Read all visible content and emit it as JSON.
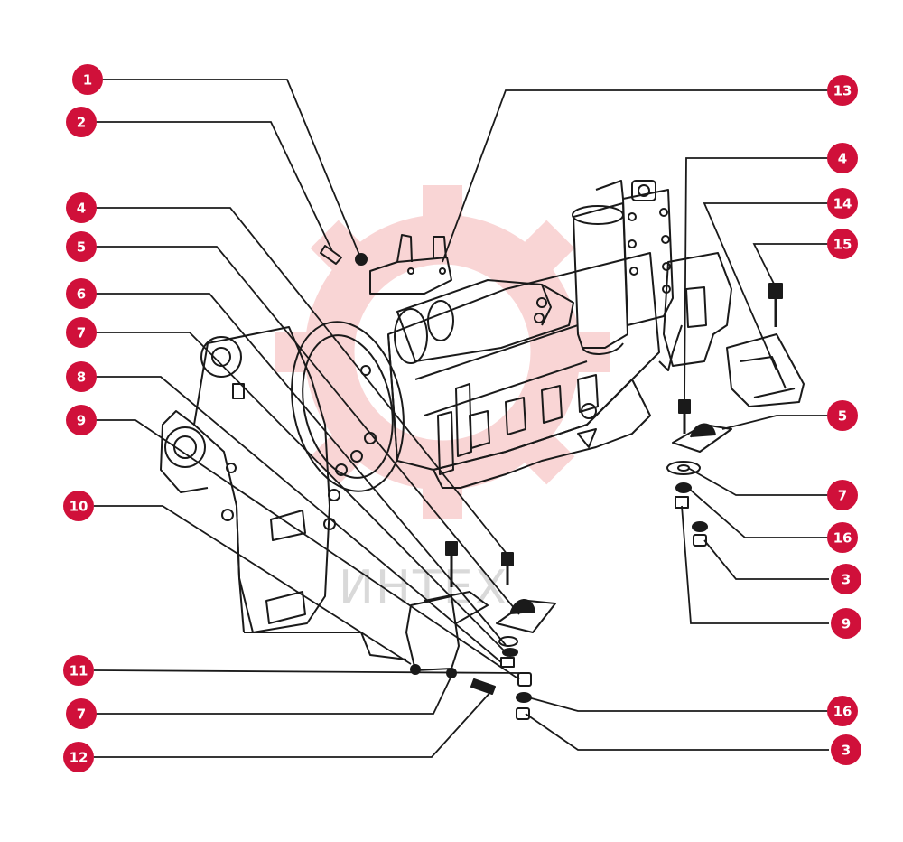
{
  "accent_color": "#d0103a",
  "watermark": "ИНТЕХ",
  "callouts": [
    {
      "id": "c1",
      "number": "1"
    },
    {
      "id": "c2",
      "number": "2"
    },
    {
      "id": "c4a",
      "number": "4"
    },
    {
      "id": "c5a",
      "number": "5"
    },
    {
      "id": "c6",
      "number": "6"
    },
    {
      "id": "c7a",
      "number": "7"
    },
    {
      "id": "c8",
      "number": "8"
    },
    {
      "id": "c9a",
      "number": "9"
    },
    {
      "id": "c10",
      "number": "10"
    },
    {
      "id": "c11",
      "number": "11"
    },
    {
      "id": "c7b",
      "number": "7"
    },
    {
      "id": "c12",
      "number": "12"
    },
    {
      "id": "c13",
      "number": "13"
    },
    {
      "id": "c4b",
      "number": "4"
    },
    {
      "id": "c14",
      "number": "14"
    },
    {
      "id": "c15",
      "number": "15"
    },
    {
      "id": "c5b",
      "number": "5"
    },
    {
      "id": "c7c",
      "number": "7"
    },
    {
      "id": "c16a",
      "number": "16"
    },
    {
      "id": "c3a",
      "number": "3"
    },
    {
      "id": "c9b",
      "number": "9"
    },
    {
      "id": "c16b",
      "number": "16"
    },
    {
      "id": "c3b",
      "number": "3"
    }
  ]
}
